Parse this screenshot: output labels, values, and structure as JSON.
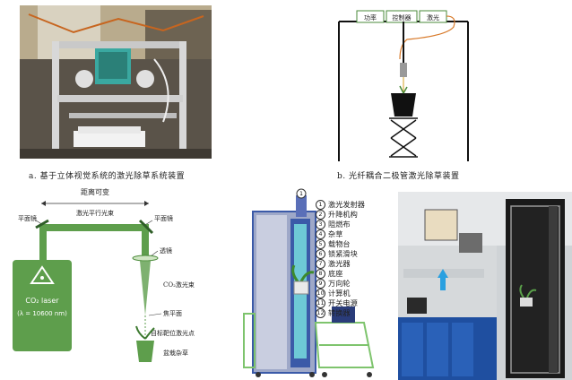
{
  "captions": {
    "a": "a. 基于立体视觉系统的激光除草系统装置",
    "b": "b. 光纤耦合二极管激光除草装置"
  },
  "schematic_b": {
    "boxes": [
      "功率",
      "控制器",
      "激光"
    ]
  },
  "laser_c": {
    "distance_label": "距离可变",
    "beam_label": "激光平行光束",
    "mirror_left": "平面镜",
    "mirror_right": "平面镜",
    "lens_label": "透镜",
    "laser_name": "CO₂ laser",
    "laser_wavelength": "(λ = 10600 nm)",
    "co2_beam_label": "CO₂激光束",
    "focal_plane_label": "焦平面",
    "target_label": "目标靶位激光点",
    "weed_label": "盆栽杂草"
  },
  "legend": {
    "items": [
      {
        "num": "1",
        "label": "激光发射器"
      },
      {
        "num": "2",
        "label": "升降机构"
      },
      {
        "num": "3",
        "label": "阻燃布"
      },
      {
        "num": "4",
        "label": "杂草"
      },
      {
        "num": "5",
        "label": "载物台"
      },
      {
        "num": "6",
        "label": "锁紧滑块"
      },
      {
        "num": "7",
        "label": "激光器"
      },
      {
        "num": "8",
        "label": "底座"
      },
      {
        "num": "9",
        "label": "万向轮"
      },
      {
        "num": "10",
        "label": "计算机"
      },
      {
        "num": "11",
        "label": "开关电源"
      },
      {
        "num": "12",
        "label": "转换器"
      }
    ]
  },
  "colors": {
    "laser_green": "#5e9e4c",
    "frame_blue": "#3b5aa8",
    "cad_green": "#7ec46d"
  }
}
